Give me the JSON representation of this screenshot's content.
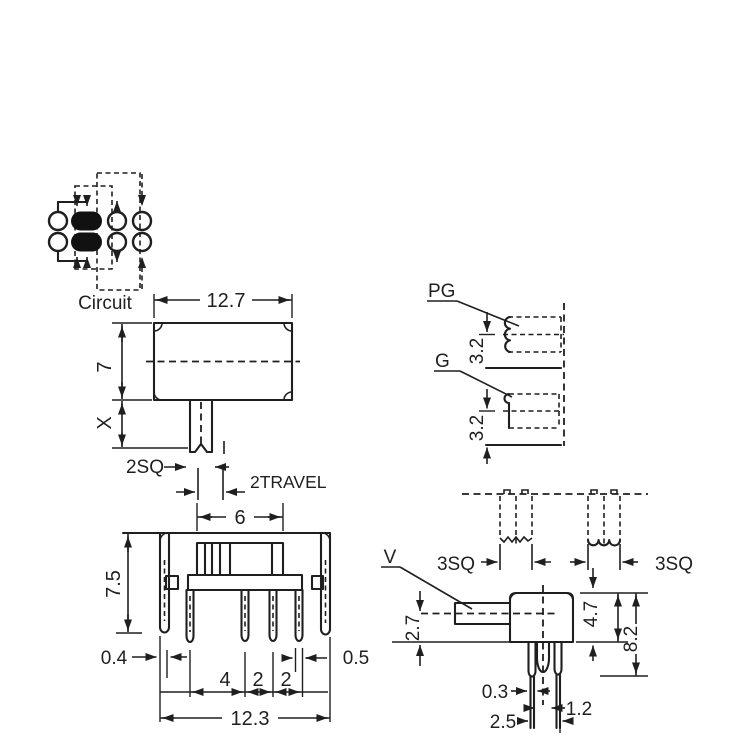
{
  "circuit": {
    "label": "Circuit"
  },
  "top_view": {
    "body_width": "12.7",
    "body_height": "7",
    "stem_height": "X",
    "stem_square": "2SQ",
    "travel": "2TRAVEL"
  },
  "pin_forms": {
    "pg_label": "PG",
    "pg_pitch": "3.2",
    "g_label": "G",
    "g_pitch": "3.2"
  },
  "actuator_sections": {
    "left_sq": "3SQ",
    "right_sq": "3SQ"
  },
  "front_view": {
    "knob_width": "6",
    "height": "7.5",
    "left_leg": "0.4",
    "pitch1": "4",
    "pitch2": "2",
    "pitch3": "2",
    "pin_width": "0.5",
    "overall_width": "12.3"
  },
  "side_view": {
    "label_v": "V",
    "actuator_offset": "2.7",
    "body_height": "4.7",
    "overall_height": "8.2",
    "pin_thickness": "0.3",
    "peg_width": "1.2",
    "pin_span": "2.5"
  },
  "colors": {
    "line": "#1f1f1f",
    "background": "#ffffff",
    "contact_fill": "#111111"
  }
}
